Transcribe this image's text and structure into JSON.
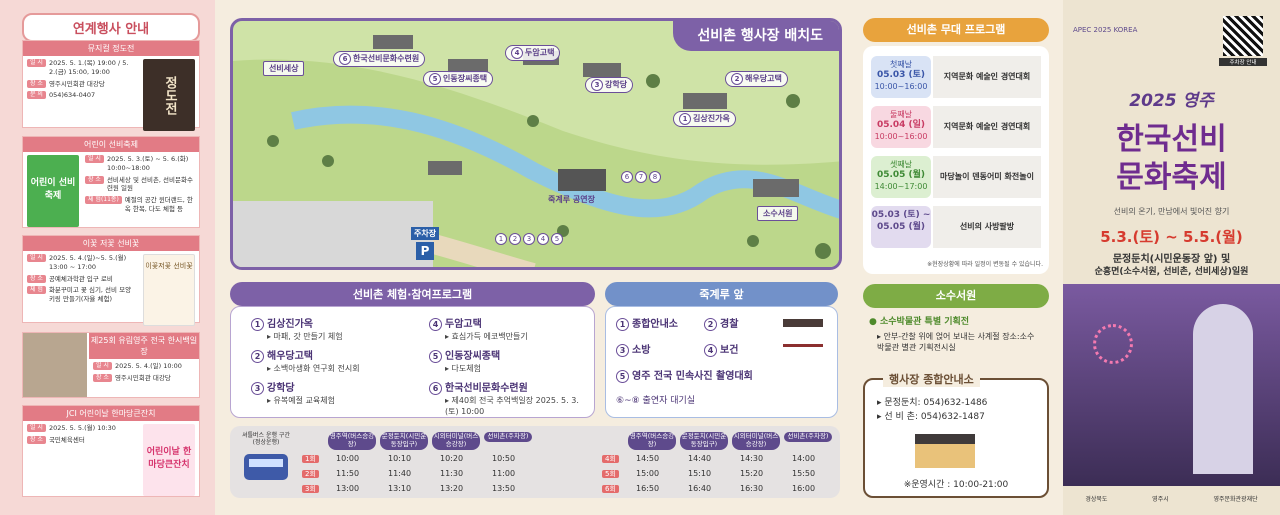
{
  "left": {
    "title": "연계행사 안내",
    "events": [
      {
        "header": "뮤지컬 정도전",
        "rows": [
          {
            "tag": "일 시",
            "text": "2025. 5. 1.(목) 19:00 / 5. 2.(금) 15:00, 19:00"
          },
          {
            "tag": "장 소",
            "text": "영주시민회관 대강당"
          },
          {
            "tag": "문 의",
            "text": "054)634-0407"
          }
        ],
        "poster": "정도전"
      },
      {
        "header": "어린이 선비축제",
        "rows": [
          {
            "tag": "일 시",
            "text": "2025. 5. 3.(토) ~ 5. 6.(화) 10:00~18:00"
          },
          {
            "tag": "장 소",
            "text": "선비세상 및 선비촌, 선비문화수련원 일원"
          },
          {
            "tag": "체 험(11종)",
            "text": "예절의 공간 윈더랜드, 한옥 한복, 다도 체험 등"
          }
        ],
        "poster": "어린이 선비축제"
      },
      {
        "header": "이꽃 저꽃 선비꽃",
        "rows": [
          {
            "tag": "일 시",
            "text": "2025. 5. 4.(일)~5. 5.(월) 13:00 ~ 17:00"
          },
          {
            "tag": "장 소",
            "text": "공예체과학관 입구 로비"
          },
          {
            "tag": "체 험",
            "text": "화분꾸미고 꽃 심기, 선비 모양 키링 만들기(자율 체험)"
          }
        ],
        "poster": "이꽃저꽃 선비꽃"
      },
      {
        "header": "제25회 유림영주 전국 한시백일장",
        "rows": [
          {
            "tag": "일 시",
            "text": "2025. 5. 4.(일) 10:00"
          },
          {
            "tag": "장 소",
            "text": "영주시민회관 대강당"
          }
        ],
        "poster": ""
      },
      {
        "header": "JCI 어린이날 한마당큰잔치",
        "rows": [
          {
            "tag": "일 시",
            "text": "2025. 5. 5.(월) 10:30"
          },
          {
            "tag": "장 소",
            "text": "국민체육센터"
          }
        ],
        "poster": "어린이날 한마당큰잔치"
      }
    ]
  },
  "map": {
    "title": "선비촌 행사장 배치도",
    "labels": [
      {
        "n": "6",
        "text": "한국선비문화수련원"
      },
      {
        "n": "4",
        "text": "두암고택"
      },
      {
        "n": "5",
        "text": "인동장씨종택"
      },
      {
        "n": "3",
        "text": "강학당"
      },
      {
        "n": "2",
        "text": "해우당고택"
      },
      {
        "n": "1",
        "text": "김상진가옥"
      },
      {
        "n": "",
        "text": "선비세상"
      },
      {
        "n": "",
        "text": "죽계루 공연장"
      },
      {
        "n": "",
        "text": "소수서원"
      },
      {
        "n": "",
        "text": "주차장"
      }
    ],
    "parking": "P",
    "booths": [
      "1",
      "2",
      "3",
      "4",
      "5"
    ],
    "tents": [
      "6",
      "7",
      "8"
    ]
  },
  "program": {
    "title": "선비촌 체험·참여프로그램",
    "items": [
      {
        "n": "1",
        "name": "김상진가옥",
        "sub": "▸ 마패, 갓 만들기 체험"
      },
      {
        "n": "2",
        "name": "해우당고택",
        "sub": "▸ 소백아생화 연구회 전시회"
      },
      {
        "n": "3",
        "name": "강학당",
        "sub": "▸ 유복예절 교육체험"
      },
      {
        "n": "4",
        "name": "두암고택",
        "sub": "▸ 효심가득 에코백만들기"
      },
      {
        "n": "5",
        "name": "인동장씨종택",
        "sub": "▸ 다도체험"
      },
      {
        "n": "6",
        "name": "한국선비문화수련원",
        "sub": "▸ 제40회 전국 추억백일장 2025. 5. 3.(토) 10:00"
      }
    ]
  },
  "jukgye": {
    "title": "죽계루 앞",
    "items": [
      {
        "n": "1",
        "name": "종합안내소"
      },
      {
        "n": "2",
        "name": "경찰"
      },
      {
        "n": "3",
        "name": "소방"
      },
      {
        "n": "4",
        "name": "보건"
      },
      {
        "n": "5",
        "name": "영주 전국 민속사진 촬영대회"
      }
    ],
    "extra": "⑥~⑧ 출연자 대기실"
  },
  "bus": {
    "label": "셔틀버스 운행 구간 (정상운행)",
    "left": {
      "headers": [
        "영주역(버스승강장)",
        "문정둔치(시민운동장입구)",
        "시외터미널(버스승강장)",
        "선비촌(주차장)"
      ],
      "rows": [
        {
          "n": "1회",
          "times": [
            "10:00",
            "10:10",
            "10:20",
            "10:50"
          ]
        },
        {
          "n": "2회",
          "times": [
            "11:50",
            "11:40",
            "11:30",
            "11:00"
          ]
        },
        {
          "n": "3회",
          "times": [
            "13:00",
            "13:10",
            "13:20",
            "13:50"
          ]
        }
      ]
    },
    "right": {
      "headers": [
        "영주역(버스승강장)",
        "문정둔치(시민운동장입구)",
        "시외터미널(버스승강장)",
        "선비촌(주차장)"
      ],
      "rows": [
        {
          "n": "4회",
          "times": [
            "14:50",
            "14:40",
            "14:30",
            "14:00"
          ]
        },
        {
          "n": "5회",
          "times": [
            "15:00",
            "15:10",
            "15:20",
            "15:50"
          ]
        },
        {
          "n": "6회",
          "times": [
            "16:50",
            "16:40",
            "16:30",
            "16:00"
          ]
        }
      ]
    }
  },
  "stage": {
    "title": "선비촌 무대 프로그램",
    "days": [
      {
        "day": "첫째날",
        "date": "05.03 (토)",
        "time": "10:00~16:00",
        "desc": "지역문화 예술인 경연대회",
        "color": "#d9e3f5",
        "fg": "#3a56a8"
      },
      {
        "day": "둘째날",
        "date": "05.04 (일)",
        "time": "10:00~16:00",
        "desc": "지역문화 예술인 경연대회",
        "color": "#f8d8e1",
        "fg": "#c83b63"
      },
      {
        "day": "셋째날",
        "date": "05.05 (월)",
        "time": "14:00~17:00",
        "desc": "마당놀이 덴동어미 화전놀이",
        "color": "#dcefd1",
        "fg": "#3f8a36"
      },
      {
        "day": "",
        "date": "05.03 (토) ~ 05.05 (월)",
        "time": "",
        "desc": "선비의 사방팔방",
        "color": "#e2dbef",
        "fg": "#5e4a8c"
      }
    ],
    "note": "※현장상황에 따라 일정이 변동될 수 있습니다."
  },
  "sosu": {
    "title": "소수서원",
    "item": "소수박물관 특별 기획전",
    "sub": "▸ 안부-간찰 위에 얹어 보내는 사계절 장소:소수박물관 별관 기획전시실"
  },
  "info": {
    "title": "행사장 종합안내소",
    "lines": [
      "▸ 문정둔치: 054)632-1486",
      "▸ 선 비 촌: 054)632-1487"
    ],
    "hours": "※운영시간 : 10:00-21:00"
  },
  "cover": {
    "apec": "APEC 2025 KOREA",
    "qr": "주차장 안내",
    "year": "2025 영주",
    "t1": "한국선비",
    "t2": "문화축제",
    "slogan": "선비의 온기, 만남에서 빛어진 향기",
    "date": "5.3.(토) ~ 5.5.(월)",
    "place1": "문정둔치(시민운동장 앞) 및",
    "place2": "순흥면(소수서원, 선비촌, 선비세상)일원",
    "logos": [
      "경상북도",
      "영주시",
      "영주문화관광재단"
    ]
  },
  "colors": {
    "purple": "#7d61a7",
    "orange": "#e8a33d",
    "green": "#7eac45",
    "pink": "#e27b85",
    "red": "#d63b2f"
  }
}
